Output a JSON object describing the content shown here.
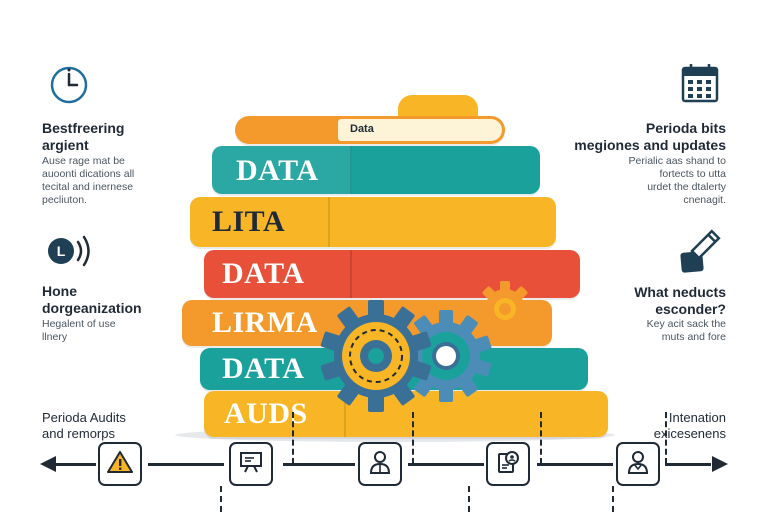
{
  "top_tab": {
    "label": "Data"
  },
  "layers": [
    {
      "label": "DATA",
      "color": "#1aa19c",
      "text_color": "#ffffff"
    },
    {
      "label": "LITA",
      "color": "#f8b526",
      "text_color": "#1f2a36"
    },
    {
      "label": "DATA",
      "color": "#e8503a",
      "text_color": "#ffffff"
    },
    {
      "label": "LIRMA",
      "color": "#f49a2c",
      "text_color": "#ffffff"
    },
    {
      "label": "DATA",
      "color": "#1aa19c",
      "text_color": "#ffffff"
    },
    {
      "label": "AUDS",
      "color": "#f8b526",
      "text_color": "#ffffff"
    }
  ],
  "left_blocks": [
    {
      "icon": "clock-icon",
      "title": "Bestfreering\nargient",
      "desc": "Ause rage mat be\nauoonti dications all\ntecital and inernese\npecliuton."
    },
    {
      "icon": "sound-icon",
      "title": "Hone\ndorgeanization",
      "desc": "Hegalent of use\nllnery"
    },
    {
      "icon": "none",
      "title": "",
      "desc": "Perioda Audits\nand remorps"
    }
  ],
  "right_blocks": [
    {
      "icon": "calendar-icon",
      "title": "Perioda bits\nmegiones and updates",
      "desc": "Perialic aas shand to\nfortects to utta\nurdet the dtalerty\ncnenagit."
    },
    {
      "icon": "pencil-icon",
      "title": "What neducts\nesconder?",
      "desc": "Key acit sack the\nmuts and fore"
    },
    {
      "icon": "none",
      "title": "",
      "desc": "Intenation\nexicesenens"
    }
  ],
  "timeline_nodes": [
    {
      "icon": "warning-icon"
    },
    {
      "icon": "presentation-icon"
    },
    {
      "icon": "user-icon"
    },
    {
      "icon": "document-user-icon"
    },
    {
      "icon": "person-icon"
    }
  ],
  "colors": {
    "teal": "#1aa19c",
    "yellow": "#f8b526",
    "red": "#e8503a",
    "orange": "#f49a2c",
    "navy": "#1f2a36",
    "gear_blue": "#4c8db8",
    "gear_dark": "#3a6f96"
  }
}
